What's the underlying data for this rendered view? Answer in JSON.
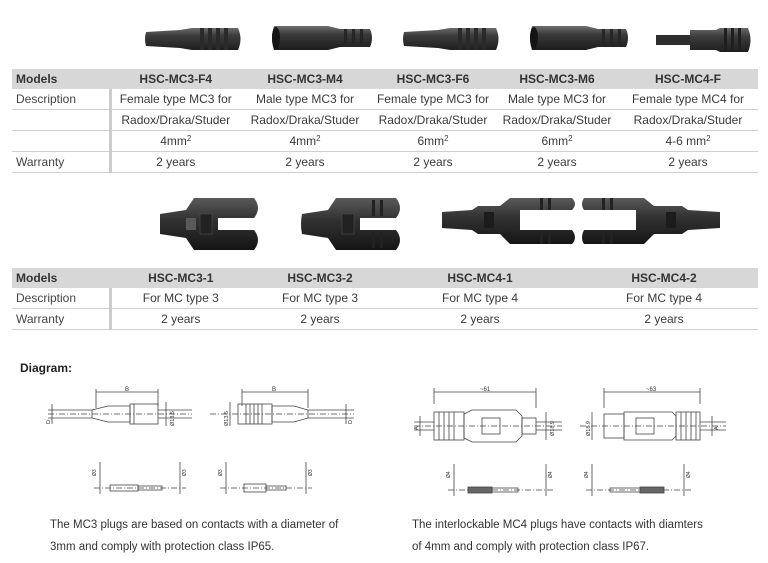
{
  "table1": {
    "headers": [
      "Models",
      "HSC-MC3-F4",
      "HSC-MC3-M4",
      "HSC-MC3-F6",
      "HSC-MC3-M6",
      "HSC-MC4-F"
    ],
    "description_label": "Description",
    "desc_line1": [
      "Female type MC3 for",
      "Male type MC3 for",
      "Female type MC3 for",
      "Male type MC3 for",
      "Female type MC4 for"
    ],
    "desc_line2": [
      "Radox/Draka/Studer",
      "Radox/Draka/Studer",
      "Radox/Draka/Studer",
      "Radox/Draka/Studer",
      "Radox/Draka/Studer"
    ],
    "desc_line3": [
      "4mm",
      "4mm",
      "6mm",
      "6mm",
      "4-6 mm"
    ],
    "sup": "2",
    "warranty_label": "Warranty",
    "warranty": [
      "2 years",
      "2 years",
      "2 years",
      "2 years",
      "2 years"
    ]
  },
  "table2": {
    "headers": [
      "Models",
      "HSC-MC3-1",
      "HSC-MC3-2",
      "HSC-MC4-1",
      "HSC-MC4-2"
    ],
    "description_label": "Description",
    "desc": [
      "For MC type 3",
      "For MC type 3",
      "For MC type 4",
      "For MC type 4"
    ],
    "warranty_label": "Warranty",
    "warranty": [
      "2 years",
      "2 years",
      "2 years",
      "2 years"
    ]
  },
  "diagram": {
    "title": "Diagram:",
    "mc3_caption_line1": "The MC3 plugs are based on contacts with a diameter of",
    "mc3_caption_line2": "3mm and comply with protection class IP65.",
    "mc4_caption_line1": "The interlockable MC4 plugs have contacts with diamters",
    "mc4_caption_line2": "of 4mm and comply with protection class IP67.",
    "labels": {
      "B": "B",
      "D": "D",
      "A": "A",
      "dim_13_5": "Ø13.5",
      "dim_3": "Ø3",
      "dim_4": "Ø4",
      "dim_61": "~61",
      "dim_63": "~63",
      "dim_18_9": "Ø18.9"
    }
  }
}
